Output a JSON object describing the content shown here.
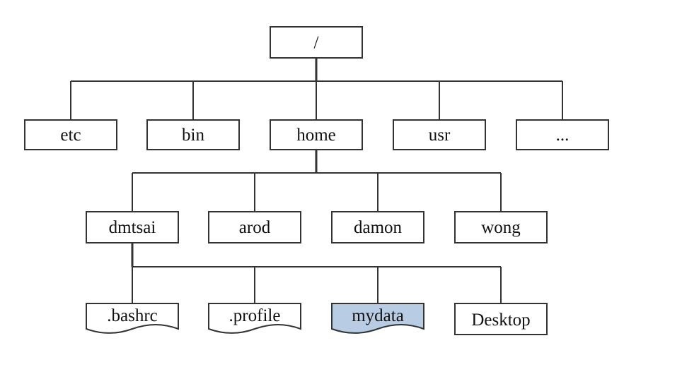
{
  "tree": {
    "root": {
      "label": "/"
    },
    "level1": [
      {
        "label": "etc"
      },
      {
        "label": "bin"
      },
      {
        "label": "home"
      },
      {
        "label": "usr"
      },
      {
        "label": "..."
      }
    ],
    "level2": [
      {
        "label": "dmtsai"
      },
      {
        "label": "arod"
      },
      {
        "label": "damon"
      },
      {
        "label": "wong"
      }
    ],
    "level3": [
      {
        "label": ".bashrc",
        "kind": "document"
      },
      {
        "label": ".profile",
        "kind": "document"
      },
      {
        "label": "mydata",
        "kind": "document",
        "highlighted": true
      },
      {
        "label": "Desktop",
        "kind": "folder"
      }
    ]
  },
  "colors": {
    "stroke": "#333333",
    "box_fill": "#ffffff",
    "highlight_fill": "#b8cce4"
  }
}
